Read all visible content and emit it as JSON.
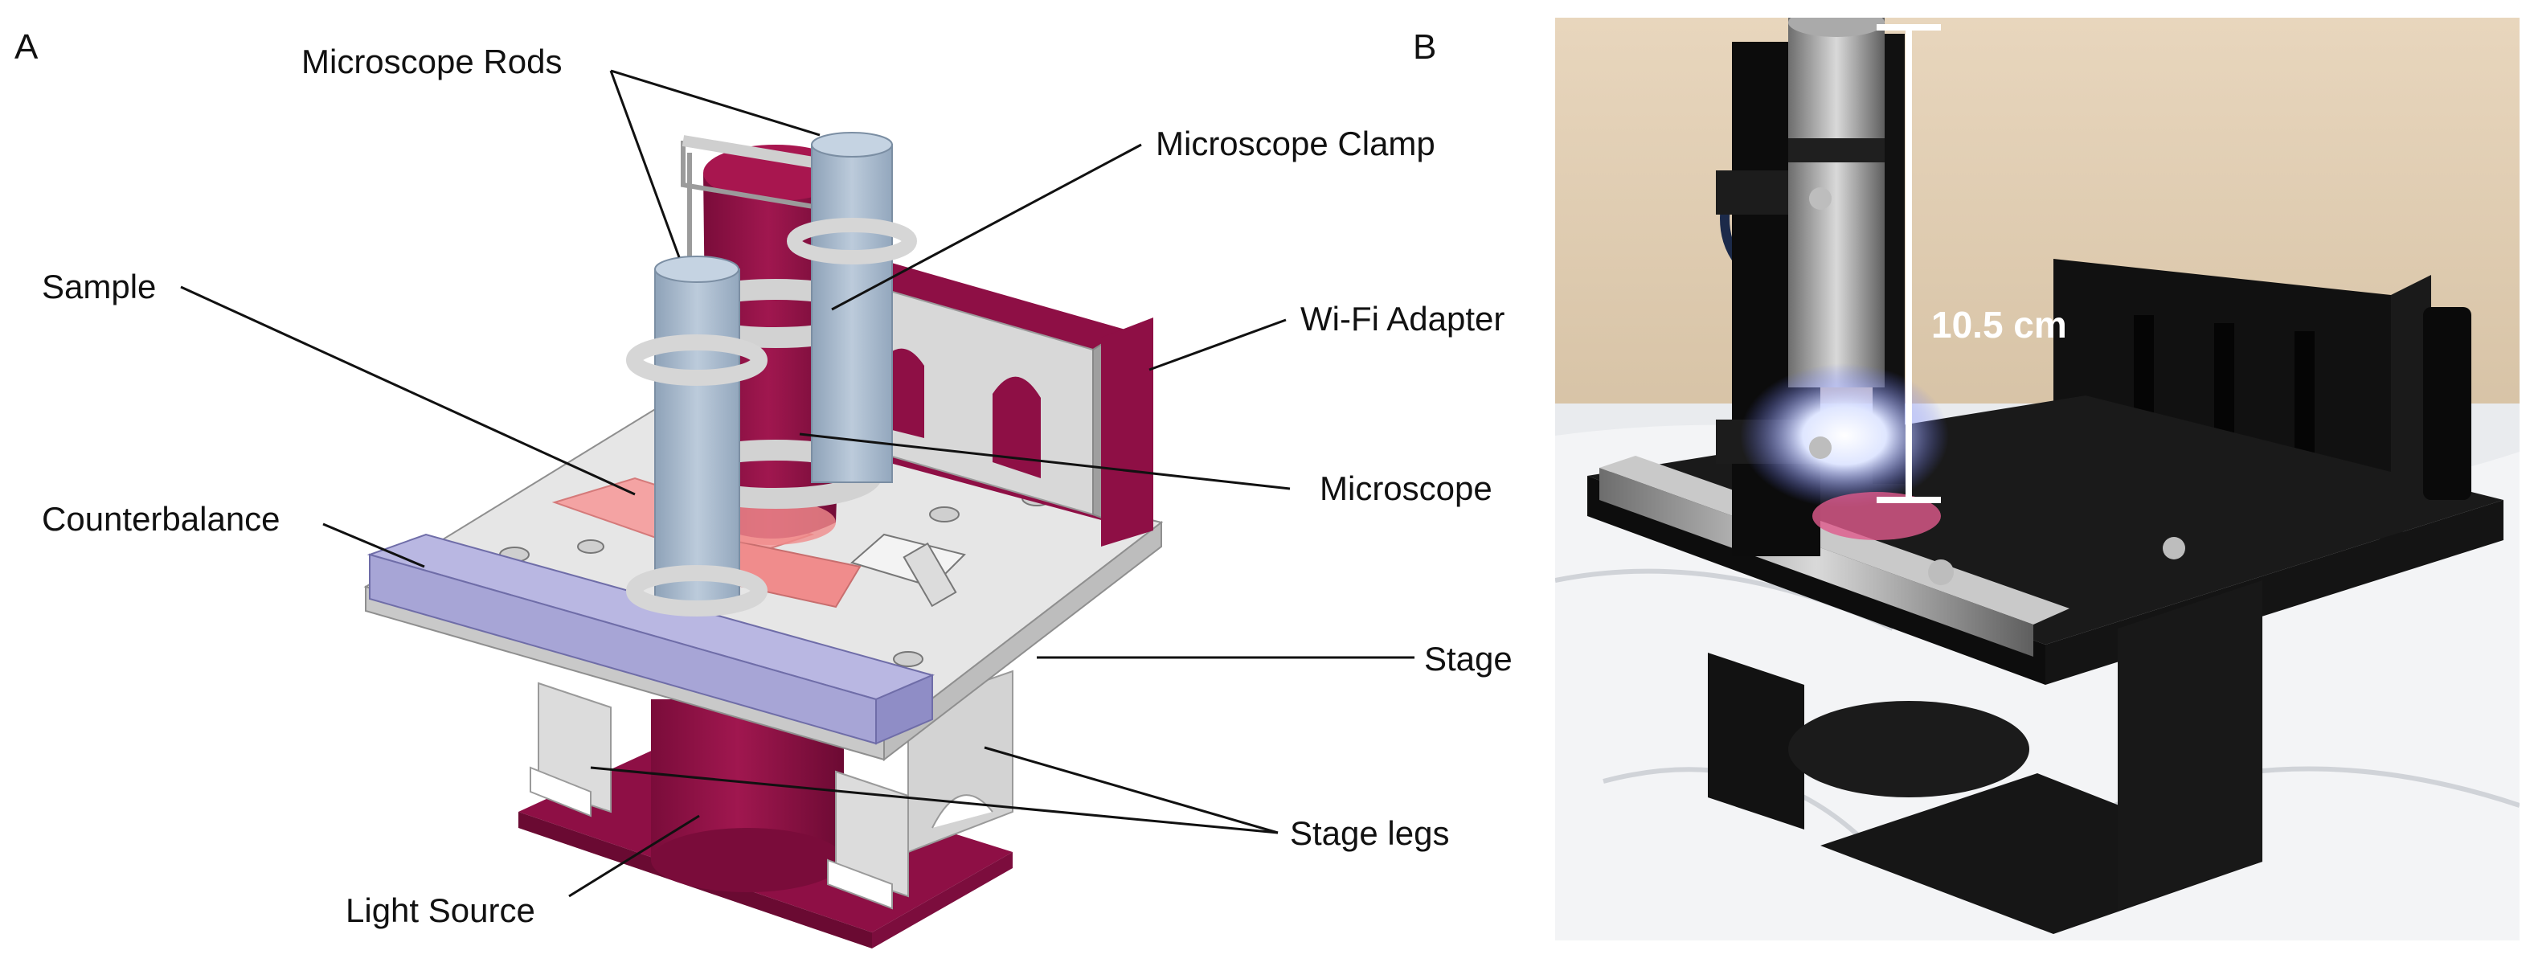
{
  "panels": {
    "a_letter": "A",
    "b_letter": "B"
  },
  "labels": {
    "microscope_rods": "Microscope Rods",
    "microscope_clamp": "Microscope Clamp",
    "sample": "Sample",
    "wifi_adapter": "Wi-Fi Adapter",
    "microscope": "Microscope",
    "counterbalance": "Counterbalance",
    "stage": "Stage",
    "stage_legs": "Stage legs",
    "light_source": "Light Source"
  },
  "photo": {
    "scale_label": "10.5 cm"
  },
  "colors": {
    "magenta": "#8e0f45",
    "rod_blue": "#a9bcd0",
    "light_gray": "#d9d9d9",
    "lavender": "#a7a5d6",
    "sample_pink": "#f39c9c"
  }
}
